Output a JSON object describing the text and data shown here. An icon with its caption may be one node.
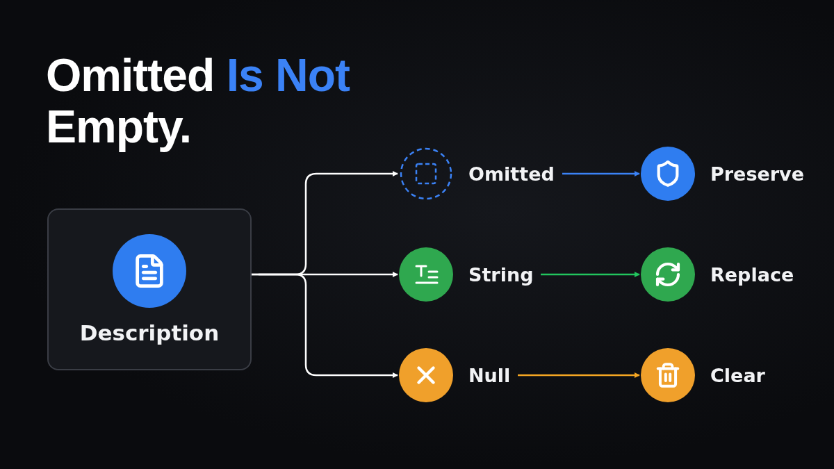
{
  "diagram": {
    "title": "Omitted *Is Not* Empty.",
    "nodes": [
      {
        "text": [
          "Description"
        ]
      },
      {
        "text": [
          "Omitted"
        ]
      },
      {
        "text": [
          "String"
        ]
      },
      {
        "text": [
          "Null"
        ]
      },
      {
        "text": [
          "Preserve"
        ]
      },
      {
        "text": [
          "Replace"
        ]
      },
      {
        "text": [
          "Clear"
        ]
      }
    ],
    "edges": [
      {
        "from": 0,
        "to": 1,
        "arrow": "to"
      },
      {
        "from": 0,
        "to": 2,
        "arrow": "to"
      },
      {
        "from": 0,
        "to": 3,
        "arrow": "to"
      },
      {
        "from": 1,
        "to": 4,
        "arrow": "to",
        "color": "#3b82f6"
      },
      {
        "from": 2,
        "to": 5,
        "arrow": "to",
        "color": "#22c55e"
      },
      {
        "from": 3,
        "to": 6,
        "arrow": "to",
        "color": "#f5a623"
      }
    ]
  }
}
